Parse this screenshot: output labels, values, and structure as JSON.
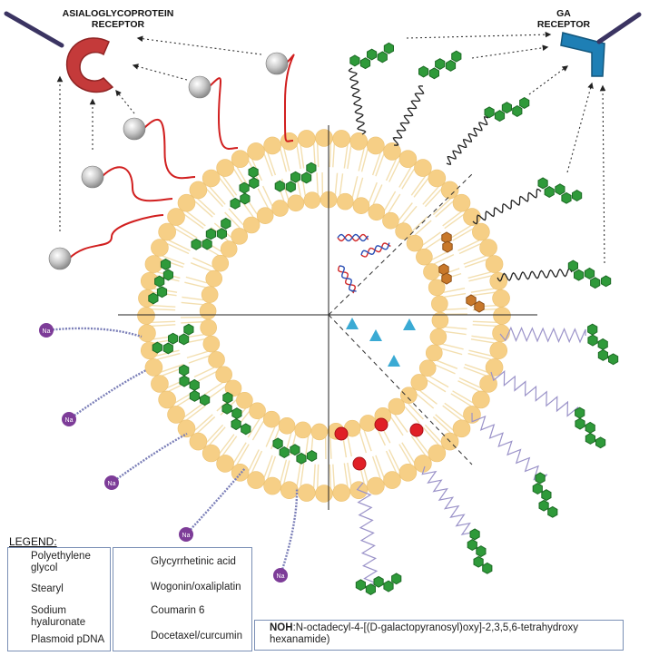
{
  "receptors": {
    "asgpr_line1": "ASIALOGLYCOPROTEIN",
    "asgpr_line2": "RECEPTOR",
    "ga_line1": "GA",
    "ga_line2": "RECEPTOR"
  },
  "sodium_label": "Na",
  "legend": {
    "heading": "LEGEND:",
    "peg_line1": "Polyethylene",
    "peg_line2": "glycol",
    "stearyl": "Stearyl",
    "sodium_line1": "Sodium",
    "sodium_line2": "hyaluronate",
    "pdna": "Plasmoid pDNA",
    "ga": "Glycyrrhetinic acid",
    "wogonin": "Wogonin/oxaliplatin",
    "coumarin": "Coumarin 6",
    "docetaxel": "Docetaxel/curcumin",
    "noh_abbr": "NOH",
    "noh_line1": ":N-octadecyl-4-[(D-galactopyranosyl)oxy]-2,3,5,6-tetrahydroxy",
    "noh_line2": "hexanamide)"
  },
  "colors": {
    "head": "#f6cf86",
    "tail": "#f3dfb0",
    "ga": "#2f9a3a",
    "asgpr": "#c43a3a",
    "ga_receptor": "#1e7fb5",
    "receptor_stem": "#3b3462",
    "red_tether": "#d11f1f",
    "sodium": "#7d3c98",
    "stearyl": "#9b93c9",
    "coumarin": "#c8782a",
    "wogonin": "#3aaad4",
    "docetaxel": "#e01f26"
  }
}
